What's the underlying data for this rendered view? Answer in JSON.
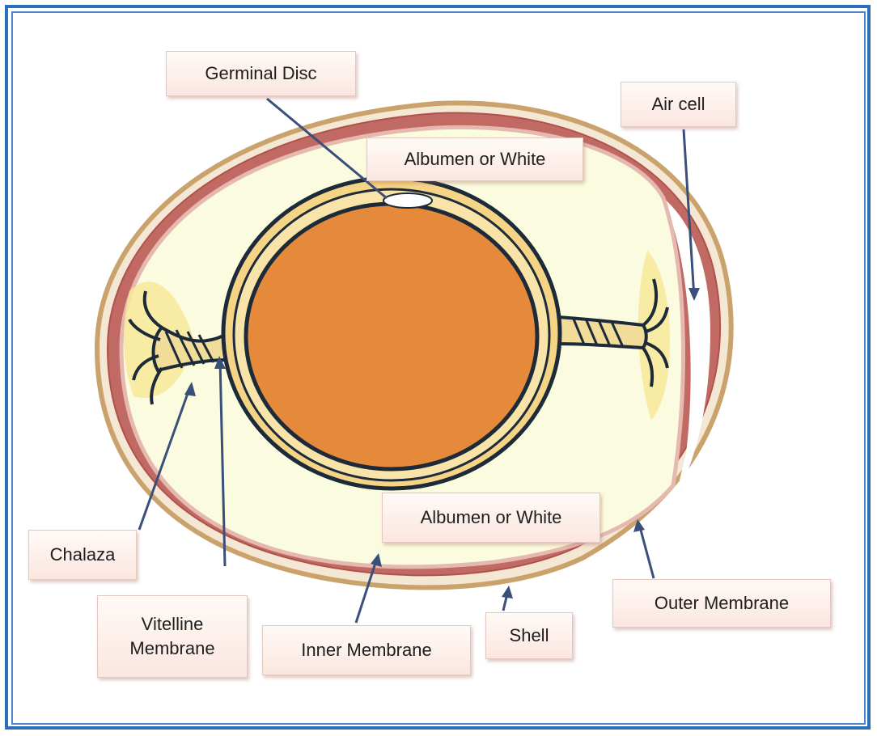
{
  "labels": {
    "germinal_disc": "Germinal Disc",
    "air_cell": "Air cell",
    "albumen_top": "Albumen or White",
    "albumen_bottom": "Albumen or White",
    "chalaza": "Chalaza",
    "vitelline_line1": "Vitelline",
    "vitelline_line2": "Membrane",
    "inner_membrane": "Inner Membrane",
    "shell": "Shell",
    "outer_membrane": "Outer Membrane"
  },
  "colors": {
    "frame": "#2a6fb8",
    "shell": "#c9a36b",
    "membrane": "#b85a55",
    "albumen": "#fbfbdf",
    "thick_albumen": "#f7e79a",
    "yolk": "#e48a3a",
    "yolk_ring": "#f6d486",
    "outline": "#1c2a3a",
    "chalaza": "#f1dc9a",
    "pointer": "#3a4f7a"
  }
}
